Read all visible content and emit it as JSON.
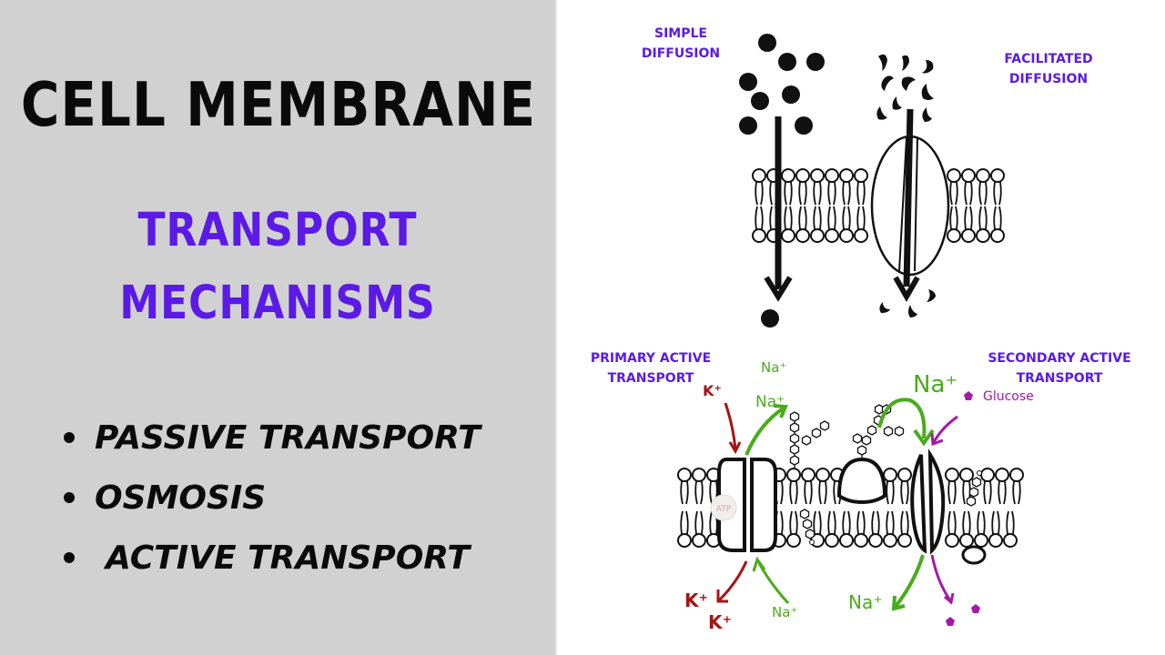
{
  "left_panel": {
    "title": "CELL MEMBRANE",
    "subtitle_line1": "TRANSPORT",
    "subtitle_line2": "MECHANISMS",
    "bullets": [
      {
        "label": "PASSIVE TRANSPORT"
      },
      {
        "label": "OSMOSIS"
      },
      {
        "label": "ACTIVE TRANSPORT"
      }
    ]
  },
  "diagram": {
    "simple_diffusion": {
      "line1": "SIMPLE",
      "line2": "DIFFUSION"
    },
    "facilitated_diffusion": {
      "line1": "FACILITATED",
      "line2": "DIFFUSION"
    },
    "primary_active": {
      "line1": "PRIMARY ACTIVE",
      "line2": "TRANSPORT"
    },
    "secondary_active": {
      "line1": "SECONDARY ACTIVE",
      "line2": "TRANSPORT"
    },
    "ions": {
      "k_in": "K⁺",
      "na_out_top": "Na⁺",
      "na_out_arrow": "Na⁺",
      "k_out_1": "K⁺",
      "k_out_2": "K⁺",
      "na_in_primary": "Na⁺",
      "na_secondary_top": "Na⁺",
      "na_secondary_bottom": "Na⁺",
      "glucose": "Glucose"
    },
    "atp_label": "ATP"
  },
  "colors": {
    "left_bg": "#d1d1d1",
    "title": "#0a0a0a",
    "accent_purple": "#5b1ae6",
    "potassium_red": "#a61414",
    "sodium_green": "#4aab1c",
    "glucose_magenta": "#a31aa8"
  }
}
